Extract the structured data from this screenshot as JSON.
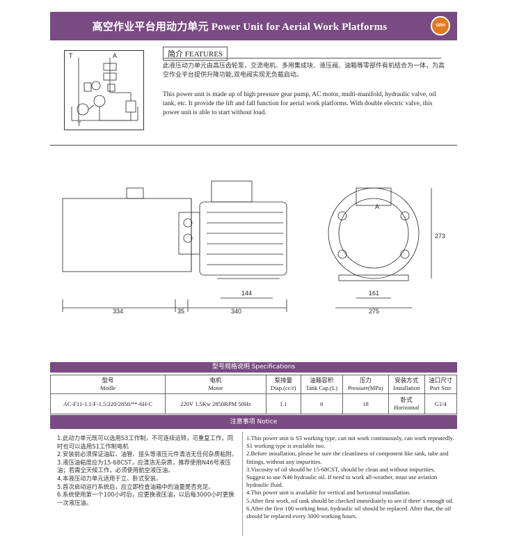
{
  "header": {
    "title": "高空作业平台用动力单元  Power Unit for Aerial Work Platforms",
    "logo_text": "GRH",
    "accent_color": "#7a4a83",
    "logo_color": "#e07a1c"
  },
  "schematic": {
    "label_a": "A",
    "label_t_top": "T",
    "label_t_bottom": "T"
  },
  "features": {
    "heading": "简介  FEATURES",
    "text_cn": "此液压动力单元由高压齿轮泵、交流电机、多用集成块、液压阀、油箱等零部件有机结合为一体，为高空作业平台提供升降功能,双电阀实现无负载启动。",
    "text_en": "This power unit is made up of high pressure gear pump, AC motor, multi-manifold, hydraulic valve, oil tank, etc. It provide the lift and fall function for aerial work platforms. With double electric valve, this power unit is able to start without load."
  },
  "drawing": {
    "dims": {
      "d334": "334",
      "d35": "35",
      "d340": "340",
      "d144": "144",
      "d161": "161",
      "d275": "275",
      "d273": "273"
    },
    "port_label": "A"
  },
  "specs": {
    "title": "型号规格说明  Specifications",
    "headers": [
      {
        "cn": "型号",
        "en": "Modle"
      },
      {
        "cn": "电机",
        "en": "Motor"
      },
      {
        "cn": "泵排量",
        "en": "Disp.(cc/r)"
      },
      {
        "cn": "油箱容积",
        "en": "Tank Cap.(L)"
      },
      {
        "cn": "压力",
        "en": "Pressure(MPa)"
      },
      {
        "cn": "安装方式",
        "en": "Installation"
      },
      {
        "cn": "油口尺寸",
        "en": "Port Size"
      }
    ],
    "row": {
      "model": "AC-F11-1.1/F-1.5/220/2850/**-6H-C",
      "motor": "220V 1.5Kw 2850RPM 50Hz",
      "disp": "1.1",
      "tank": "6",
      "pressure": "18",
      "install_cn": "卧式",
      "install_en": "Horizontal",
      "port": "G1/4"
    }
  },
  "notice": {
    "title": "注意事项  Notice",
    "cn": [
      "1.此动力单元既可以选用S3工作制，不可连续运转，可重复工作，同时也可以选用S1工作制电机",
      "2.安装前必须保证油缸、油管、接头等液压元件清洁无任何杂质粘附。",
      "3.液压油粘度应为15-68CST，应清洁无杂质，推荐使用N46号液压油；若需全天候工作，必须使用航空液压油。",
      "4.本液压动力单元适用于立、卧式安装。",
      "5.首次启动运行系统后，应立即检查油箱中的油量是否充足。",
      "6.系统使用第一个100小时后，应更换液压油，以后每3000小时更换一次液压油。"
    ],
    "en": [
      "1.This power unit is S3 working type, can not work continuously, can work repeatedly. S1 working type is available too.",
      "2.Before installation, please be sure the cleanliness of component like tank, tube and fittings, without any impurities.",
      "3.Viscosity of oil should be 15-68CST, should be clean and without impurities. Suggest to use N46 hydraulic oil. If need to work all-weather, must use aviation hydraulic fluid.",
      "4.This power unit is available for vertical and horizontal installation.",
      "5.After first work, oil tank should be checked immediately to see if there' s enough oil.",
      "6.After the first 100 working hour, hydraulic oil should be replaced. After that, the oil should be replaced every 3000 working hours."
    ]
  }
}
